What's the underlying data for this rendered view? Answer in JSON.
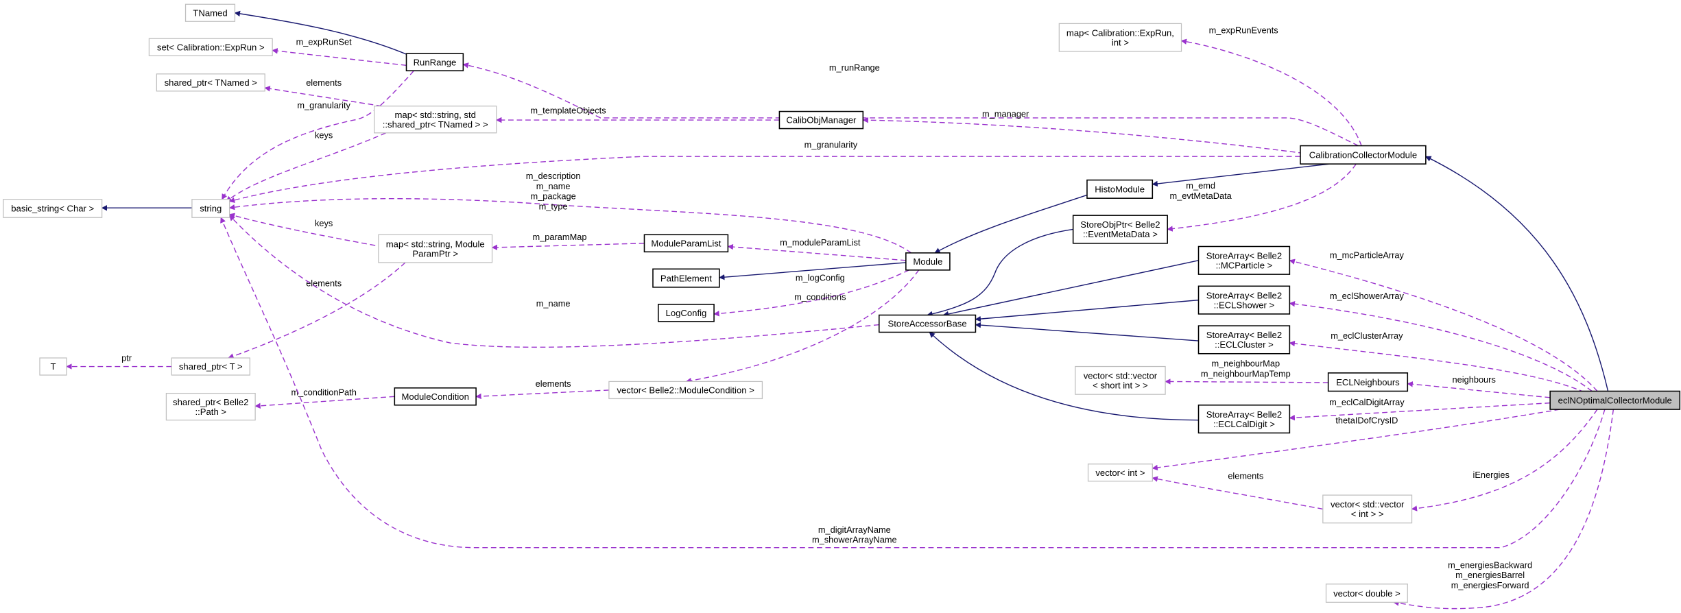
{
  "diagram": {
    "type": "collaboration-diagram",
    "focus_node": "eclNOptimalCollectorModule",
    "colors": {
      "inheritance": "#191970",
      "usage": "#9a32cd",
      "focus_fill": "#bfbfbf"
    },
    "nodes": {
      "TNamed": [
        "TNamed"
      ],
      "setExpRun": [
        "set< Calibration::ExpRun >"
      ],
      "RunRange": [
        "RunRange"
      ],
      "sharedTNamed": [
        "shared_ptr< TNamed >"
      ],
      "mapTNamed": [
        "map< std::string, std",
        "::shared_ptr< TNamed > >"
      ],
      "basicString": [
        "basic_string< Char >"
      ],
      "string": [
        "string"
      ],
      "mapParamPtr": [
        "map< std::string, Module",
        "ParamPtr >"
      ],
      "T": [
        "T"
      ],
      "sharedT": [
        "shared_ptr< T >"
      ],
      "sharedPath": [
        "shared_ptr< Belle2",
        "::Path >"
      ],
      "ModuleCondition": [
        "ModuleCondition"
      ],
      "vectorModuleCondition": [
        "vector< Belle2::ModuleCondition >"
      ],
      "mapExpRunInt": [
        "map< Calibration::ExpRun,",
        "int >"
      ],
      "CalibObjManager": [
        "CalibObjManager"
      ],
      "CalibrationCollectorModule": [
        "CalibrationCollectorModule"
      ],
      "HistoModule": [
        "HistoModule"
      ],
      "StoreObjPtrEMD": [
        "StoreObjPtr< Belle2",
        "::EventMetaData >"
      ],
      "ModuleParamList": [
        "ModuleParamList"
      ],
      "Module": [
        "Module"
      ],
      "PathElement": [
        "PathElement"
      ],
      "LogConfig": [
        "LogConfig"
      ],
      "StoreAccessorBase": [
        "StoreAccessorBase"
      ],
      "SAMCParticle": [
        "StoreArray< Belle2",
        "::MCParticle >"
      ],
      "SAECLShower": [
        "StoreArray< Belle2",
        "::ECLShower >"
      ],
      "SAECLCluster": [
        "StoreArray< Belle2",
        "::ECLCluster >"
      ],
      "vectorShortInt": [
        "vector< std::vector",
        "< short int > >"
      ],
      "ECLNeighbours": [
        "ECLNeighbours"
      ],
      "eclN": [
        "eclNOptimalCollectorModule"
      ],
      "SAECLCalDigit": [
        "StoreArray< Belle2",
        "::ECLCalDigit >"
      ],
      "vectorInt": [
        "vector< int >"
      ],
      "vectorVectorInt": [
        "vector< std::vector",
        "< int > >"
      ],
      "vectorDouble": [
        "vector< double >"
      ]
    },
    "edges": [
      {
        "from": "RunRange",
        "to": "TNamed",
        "kind": "inheritance",
        "labels": []
      },
      {
        "from": "string",
        "to": "basicString",
        "kind": "inheritance",
        "labels": []
      },
      {
        "from": "CalibrationCollectorModule",
        "to": "HistoModule",
        "kind": "inheritance",
        "labels": []
      },
      {
        "from": "HistoModule",
        "to": "Module",
        "kind": "inheritance",
        "labels": []
      },
      {
        "from": "Module",
        "to": "PathElement",
        "kind": "inheritance",
        "labels": []
      },
      {
        "from": "StoreObjPtrEMD",
        "to": "StoreAccessorBase",
        "kind": "inheritance",
        "labels": []
      },
      {
        "from": "SAMCParticle",
        "to": "StoreAccessorBase",
        "kind": "inheritance",
        "labels": []
      },
      {
        "from": "SAECLShower",
        "to": "StoreAccessorBase",
        "kind": "inheritance",
        "labels": []
      },
      {
        "from": "SAECLCluster",
        "to": "StoreAccessorBase",
        "kind": "inheritance",
        "labels": []
      },
      {
        "from": "SAECLCalDigit",
        "to": "StoreAccessorBase",
        "kind": "inheritance",
        "labels": []
      },
      {
        "from": "eclN",
        "to": "CalibrationCollectorModule",
        "kind": "inheritance",
        "labels": []
      },
      {
        "from": "RunRange",
        "to": "setExpRun",
        "kind": "usage",
        "labels": [
          "m_expRunSet"
        ]
      },
      {
        "from": "RunRange",
        "to": "string",
        "kind": "usage",
        "labels": [
          "m_granularity"
        ]
      },
      {
        "from": "mapTNamed",
        "to": "sharedTNamed",
        "kind": "usage",
        "labels": [
          "elements"
        ]
      },
      {
        "from": "mapTNamed",
        "to": "string",
        "kind": "usage",
        "labels": [
          "keys"
        ]
      },
      {
        "from": "mapParamPtr",
        "to": "string",
        "kind": "usage",
        "labels": [
          "keys"
        ]
      },
      {
        "from": "mapParamPtr",
        "to": "sharedT",
        "kind": "usage",
        "labels": [
          "elements"
        ]
      },
      {
        "from": "sharedT",
        "to": "T",
        "kind": "usage",
        "labels": [
          "ptr"
        ]
      },
      {
        "from": "ModuleCondition",
        "to": "sharedPath",
        "kind": "usage",
        "labels": [
          "m_conditionPath"
        ]
      },
      {
        "from": "vectorModuleCondition",
        "to": "ModuleCondition",
        "kind": "usage",
        "labels": [
          "elements"
        ]
      },
      {
        "from": "ModuleParamList",
        "to": "mapParamPtr",
        "kind": "usage",
        "labels": [
          "m_paramMap"
        ]
      },
      {
        "from": "Module",
        "to": "ModuleParamList",
        "kind": "usage",
        "labels": [
          "m_moduleParamList"
        ]
      },
      {
        "from": "Module",
        "to": "LogConfig",
        "kind": "usage",
        "labels": [
          "m_logConfig"
        ]
      },
      {
        "from": "Module",
        "to": "vectorModuleCondition",
        "kind": "usage",
        "labels": [
          "m_conditions"
        ]
      },
      {
        "from": "Module",
        "to": "string",
        "kind": "usage",
        "labels": [
          "m_description",
          "m_name",
          "m_package",
          "m_type"
        ]
      },
      {
        "from": "StoreAccessorBase",
        "to": "string",
        "kind": "usage",
        "labels": [
          "m_name"
        ]
      },
      {
        "from": "CalibrationCollectorModule",
        "to": "RunRange",
        "kind": "usage",
        "labels": [
          "m_runRange"
        ]
      },
      {
        "from": "CalibrationCollectorModule",
        "to": "CalibObjManager",
        "kind": "usage",
        "labels": [
          "m_manager"
        ]
      },
      {
        "from": "CalibObjManager",
        "to": "mapTNamed",
        "kind": "usage",
        "labels": [
          "m_templateObjects"
        ]
      },
      {
        "from": "CalibrationCollectorModule",
        "to": "string",
        "kind": "usage",
        "labels": [
          "m_granularity"
        ]
      },
      {
        "from": "CalibrationCollectorModule",
        "to": "mapExpRunInt",
        "kind": "usage",
        "labels": [
          "m_expRunEvents"
        ]
      },
      {
        "from": "CalibrationCollectorModule",
        "to": "StoreObjPtrEMD",
        "kind": "usage",
        "labels": [
          "m_emd",
          "m_evtMetaData"
        ]
      },
      {
        "from": "eclN",
        "to": "SAMCParticle",
        "kind": "usage",
        "labels": [
          "m_mcParticleArray"
        ]
      },
      {
        "from": "eclN",
        "to": "SAECLShower",
        "kind": "usage",
        "labels": [
          "m_eclShowerArray"
        ]
      },
      {
        "from": "eclN",
        "to": "SAECLCluster",
        "kind": "usage",
        "labels": [
          "m_eclClusterArray"
        ]
      },
      {
        "from": "eclN",
        "to": "ECLNeighbours",
        "kind": "usage",
        "labels": [
          "neighbours"
        ]
      },
      {
        "from": "ECLNeighbours",
        "to": "vectorShortInt",
        "kind": "usage",
        "labels": [
          "m_neighbourMap",
          "m_neighbourMapTemp"
        ]
      },
      {
        "from": "eclN",
        "to": "SAECLCalDigit",
        "kind": "usage",
        "labels": [
          "m_eclCalDigitArray"
        ]
      },
      {
        "from": "eclN",
        "to": "vectorInt",
        "kind": "usage",
        "labels": [
          "thetaIDofCrysID"
        ]
      },
      {
        "from": "vectorVectorInt",
        "to": "vectorInt",
        "kind": "usage",
        "labels": [
          "elements"
        ]
      },
      {
        "from": "eclN",
        "to": "vectorVectorInt",
        "kind": "usage",
        "labels": [
          "iEnergies"
        ]
      },
      {
        "from": "eclN",
        "to": "string",
        "kind": "usage",
        "labels": [
          "m_digitArrayName",
          "m_showerArrayName"
        ]
      },
      {
        "from": "eclN",
        "to": "vectorDouble",
        "kind": "usage",
        "labels": [
          "m_energiesBackward",
          "m_energiesBarrel",
          "m_energiesForward"
        ]
      }
    ]
  }
}
